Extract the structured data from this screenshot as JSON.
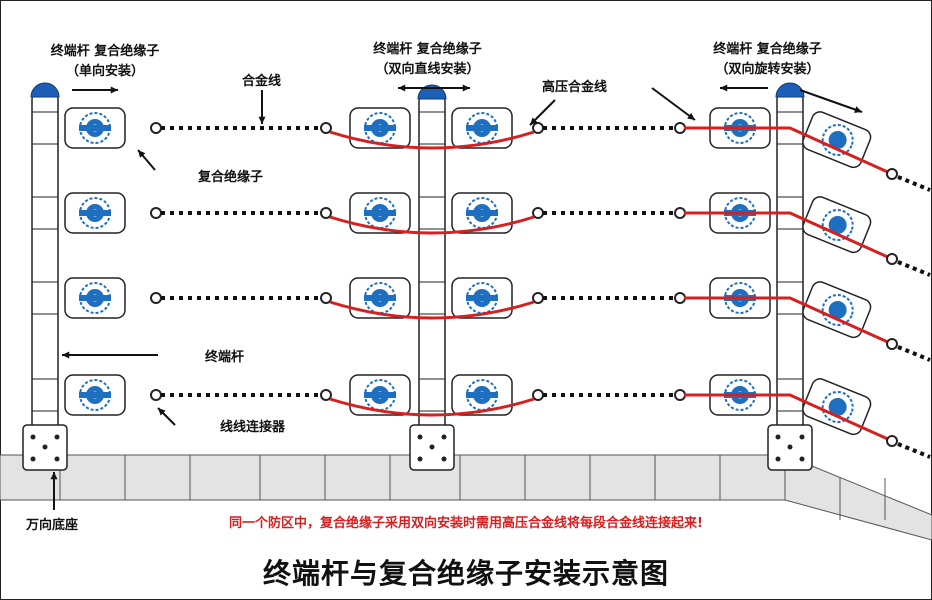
{
  "colors": {
    "cap_blue": "#1d5fb8",
    "insulator_blue": "#1e6fc0",
    "hv_red": "#d61f1f",
    "note_red": "#d61f1f",
    "wall_gray": "#e3e3e3"
  },
  "labels": {
    "left_title_line1": "终端杆 复合绝缘子",
    "left_title_line2": "（单向安装）",
    "alloy_wire": "合金线",
    "composite_insulator": "复合绝缘子",
    "terminal_pole": "终端杆",
    "wire_connector": "线线连接器",
    "universal_base": "万向底座",
    "mid_title_line1": "终端杆 复合绝缘子",
    "mid_title_line2": "（双向直线安装）",
    "hv_alloy_wire": "高压合金线",
    "right_title_line1": "终端杆 复合绝缘子",
    "right_title_line2": "（双向旋转安装）"
  },
  "note": "同一个防区中，复合绝缘子采用双向安装时需用高压合金线将每段合金线连接起来!",
  "title": "终端杆与复合绝缘子安装示意图"
}
